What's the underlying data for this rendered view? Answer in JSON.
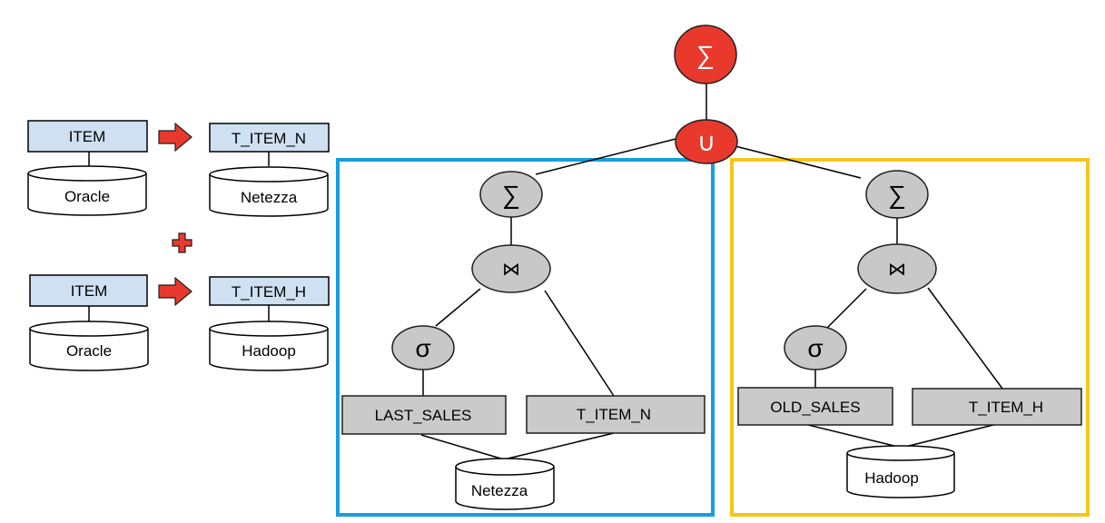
{
  "colors": {
    "red": "#e8392c",
    "gray_node": "#c8c8c8",
    "table_gray": "#cacaca",
    "table_blue": "#cfe0f3",
    "blue_frame": "#169fdf",
    "yellow_frame": "#f6c619"
  },
  "left_panel": {
    "top": {
      "source_table": "ITEM",
      "source_db": "Oracle",
      "target_table": "T_ITEM_N",
      "target_db": "Netezza"
    },
    "plus_icon": "plus-icon",
    "bottom": {
      "source_table": "ITEM",
      "source_db": "Oracle",
      "target_table": "T_ITEM_H",
      "target_db": "Hadoop"
    }
  },
  "tree": {
    "root_symbol": "∑",
    "union_symbol": "∪",
    "left": {
      "agg_symbol": "∑",
      "join_symbol": "⋈",
      "select_symbol": "σ",
      "table_a": "LAST_SALES",
      "table_b": "T_ITEM_N",
      "database": "Netezza"
    },
    "right": {
      "agg_symbol": "∑",
      "join_symbol": "⋈",
      "select_symbol": "σ",
      "table_a": "OLD_SALES",
      "table_b": "T_ITEM_H",
      "database": "Hadoop"
    }
  }
}
